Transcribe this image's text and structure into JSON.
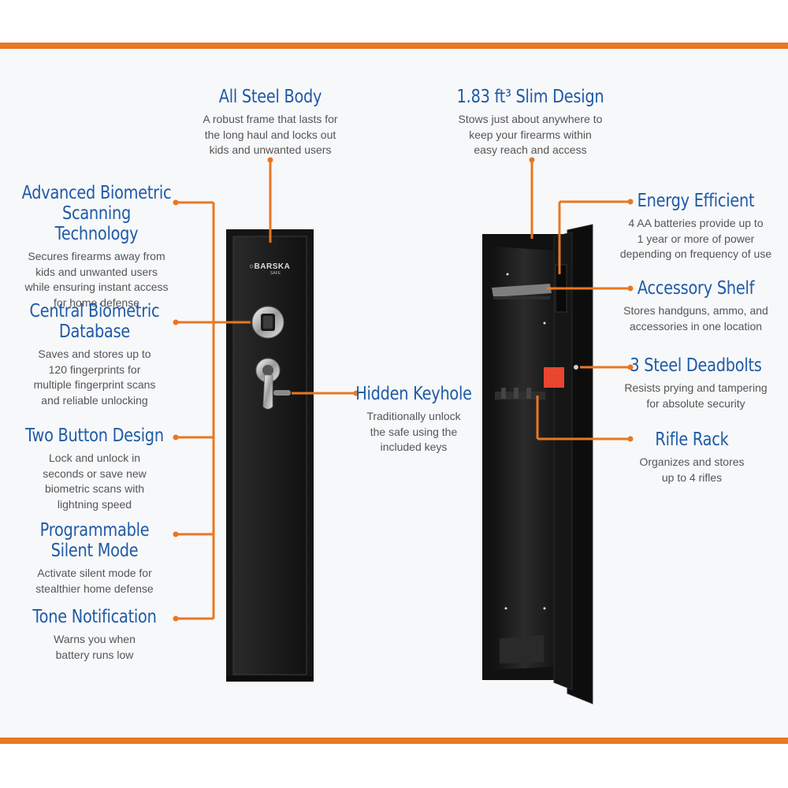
{
  "brand": {
    "name": "BARSKA",
    "sub": "SAFE"
  },
  "colors": {
    "accent": "#e87722",
    "heading": "#1f5aa6",
    "body_text": "#555555",
    "safe_body": "#1c1c1c"
  },
  "features": {
    "all_steel_body": {
      "title": "All Steel Body",
      "text": "A robust frame that lasts for\nthe long haul and locks out\nkids and unwanted users"
    },
    "slim_design": {
      "title": "1.83 ft³ Slim Design",
      "text": "Stows just about anywhere to\nkeep your firearms within\neasy reach and access"
    },
    "biometric_scanning": {
      "title": "Advanced Biometric\nScanning Technology",
      "text": "Secures firearms away from\nkids and unwanted users\nwhile ensuring instant access\nfor home defense"
    },
    "central_database": {
      "title": "Central Biometric\nDatabase",
      "text": "Saves and stores up to\n120 fingerprints for\nmultiple fingerprint scans\nand reliable unlocking"
    },
    "two_button": {
      "title": "Two Button Design",
      "text": "Lock and unlock in\nseconds or save new\nbiometric scans with\nlightning speed"
    },
    "silent_mode": {
      "title": "Programmable\nSilent Mode",
      "text": "Activate silent mode for\nstealthier home defense"
    },
    "tone_notification": {
      "title": "Tone Notification",
      "text": "Warns you when\nbattery runs low"
    },
    "hidden_keyhole": {
      "title": "Hidden Keyhole",
      "text": "Traditionally unlock\nthe safe using the\nincluded keys"
    },
    "energy_efficient": {
      "title": "Energy Efficient",
      "text": "4 AA batteries provide up to\n1 year or more of power\ndepending on frequency of use"
    },
    "accessory_shelf": {
      "title": "Accessory Shelf",
      "text": "Stores handguns, ammo, and\naccessories in one location"
    },
    "steel_deadbolts": {
      "title": "3 Steel Deadbolts",
      "text": "Resists prying and tampering\nfor absolute security"
    },
    "rifle_rack": {
      "title": "Rifle Rack",
      "text": "Organizes and stores\nup to 4 rifles"
    }
  }
}
